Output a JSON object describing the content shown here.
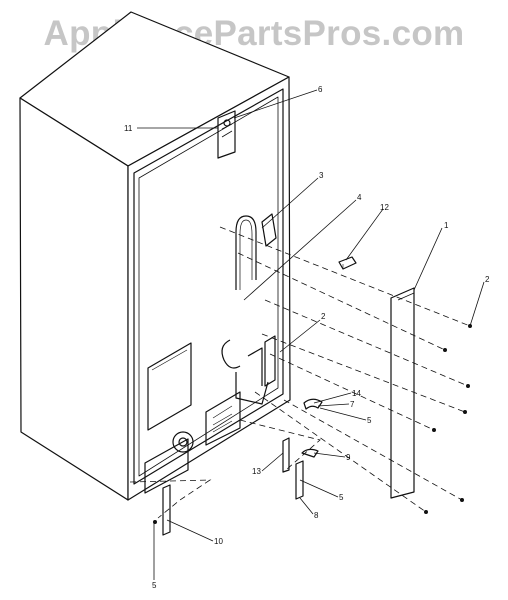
{
  "watermark": "AppliancePartsPros.com",
  "callouts": [
    {
      "id": "c1",
      "text": "1"
    },
    {
      "id": "c2a",
      "text": "2"
    },
    {
      "id": "c2b",
      "text": "2"
    },
    {
      "id": "c3",
      "text": "3"
    },
    {
      "id": "c4",
      "text": "4"
    },
    {
      "id": "c5a",
      "text": "5"
    },
    {
      "id": "c5b",
      "text": "5"
    },
    {
      "id": "c5c",
      "text": "5"
    },
    {
      "id": "c6",
      "text": "6"
    },
    {
      "id": "c7",
      "text": "7"
    },
    {
      "id": "c8",
      "text": "8"
    },
    {
      "id": "c9",
      "text": "9"
    },
    {
      "id": "c10",
      "text": "10"
    },
    {
      "id": "c11",
      "text": "11"
    },
    {
      "id": "c12",
      "text": "12"
    },
    {
      "id": "c13",
      "text": "13"
    },
    {
      "id": "c14",
      "text": "14"
    }
  ]
}
